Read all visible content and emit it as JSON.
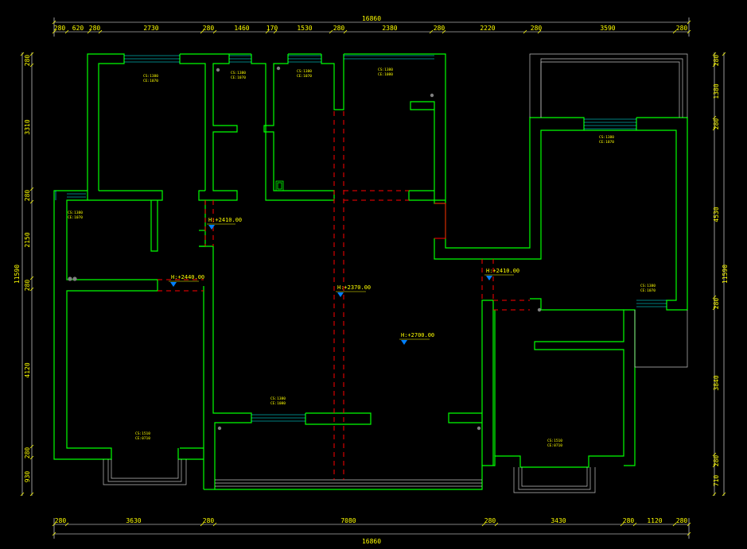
{
  "dimensions": {
    "top_total": "16860",
    "top_segments": [
      "280",
      "620",
      "280",
      "2730",
      "280",
      "1460",
      "170",
      "1530",
      "280",
      "2380",
      "280",
      "2220",
      "280",
      "3590",
      "280"
    ],
    "bottom_total": "16860",
    "bottom_segments": [
      "280",
      "3630",
      "280",
      "7080",
      "280",
      "3430",
      "280",
      "1120",
      "280"
    ],
    "left_total": "11590",
    "left_segments": [
      "280",
      "3310",
      "280",
      "2150",
      "280",
      "4120",
      "280",
      "930"
    ],
    "right_total": "11590",
    "right_segments": [
      "280",
      "1380",
      "280",
      "4530",
      "280",
      "3840",
      "280",
      "710"
    ]
  },
  "window_labels": {
    "bedroom_tl": [
      "CS:1380",
      "CE:1070"
    ],
    "room_mid1": [
      "CS:1380",
      "CE:1070"
    ],
    "room_mid2": [
      "CS:1380",
      "CE:1070"
    ],
    "room_mid3": [
      "CS:1380",
      "CE:1080"
    ],
    "bedroom_tr": [
      "CS:1380",
      "CE:1070"
    ],
    "left_mid": [
      "CS:1380",
      "CE:1070"
    ],
    "right_mid": [
      "CS:1380",
      "CE:1070"
    ],
    "bottom_center": [
      "CS:1380",
      "CE:1080"
    ],
    "bottom_left": [
      "CS:1510",
      "CE:0710"
    ],
    "bottom_right": [
      "CS:1510",
      "CE:0710"
    ]
  },
  "elevations": {
    "e1": "H:+2410.00",
    "e2": "H:+2440.00",
    "e3": "H:+2370.00",
    "e4": "H:+2410.00",
    "e5": "H:+2700.00"
  },
  "colors": {
    "wall": "#00ff00",
    "dimension": "#ffff00",
    "window": "#00ffff",
    "beam": "#ff0000",
    "marker": "#0080ff"
  }
}
